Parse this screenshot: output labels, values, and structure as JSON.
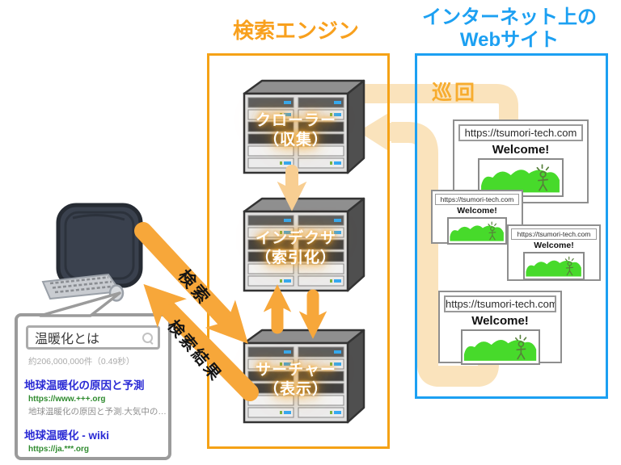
{
  "header": {
    "search_engine_title": "検索エンジン",
    "internet_title_line1": "インターネット上の",
    "internet_title_line2": "Webサイト"
  },
  "servers": [
    {
      "name": "クローラー",
      "role": "（収集）"
    },
    {
      "name": "インデクサ",
      "role": "（索引化）"
    },
    {
      "name": "サーチャー",
      "role": "（表示）"
    }
  ],
  "flow_labels": {
    "crawl": "巡回",
    "search": "検索",
    "search_result": "検索結果"
  },
  "website_card": {
    "url": "https://tsumori-tech.com",
    "heading": "Welcome!"
  },
  "search_popup": {
    "query": "温暖化とは",
    "result_stats": "約206,000,000件（0.49秒）",
    "results": [
      {
        "title": "地球温暖化の原因と予測",
        "url": "https://www.+++.org",
        "snippet": "地球温暖化の原因と予測.大気中の…"
      },
      {
        "title": "地球温暖化 - wiki",
        "url": "https://ja.***.org"
      }
    ]
  },
  "colors": {
    "engine_accent": "#F5A216",
    "internet_accent": "#1CA0F2",
    "arrow_orange": "#F7A73A",
    "crawl_path_cream": "#FAE3BC",
    "link_blue": "#2B2BD5",
    "url_green": "#2F8B2F",
    "image_green": "#47DA2B"
  }
}
